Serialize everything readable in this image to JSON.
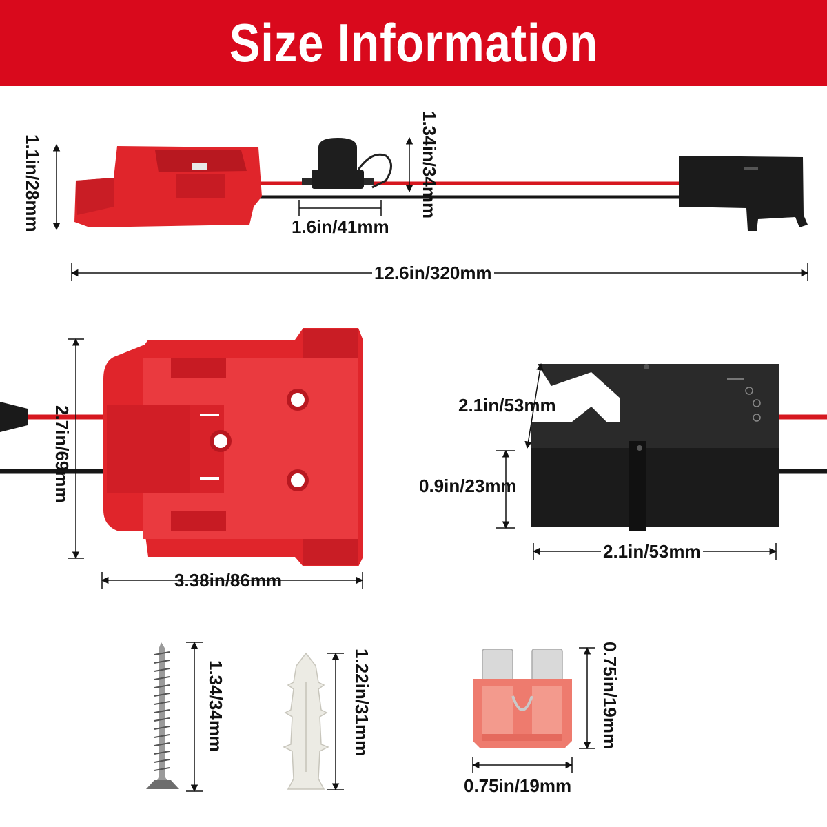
{
  "header": {
    "title": "Size Information"
  },
  "dimensions": {
    "adapter_height": "1.1in/28mm",
    "fuse_holder_height": "1.34in/34mm",
    "fuse_holder_width": "1.6in/41mm",
    "total_length": "12.6in/320mm",
    "adapter_length": "2.7in/69mm",
    "adapter_width": "3.38in/86mm",
    "box_depth": "2.1in/53mm",
    "box_height": "0.9in/23mm",
    "box_width": "2.1in/53mm",
    "screw_length": "1.34/34mm",
    "anchor_length": "1.22in/31mm",
    "fuse_height": "0.75in/19mm",
    "fuse_width": "0.75in/19mm"
  },
  "colors": {
    "banner": "#d9091c",
    "adapter": "#e0252b",
    "box": "#1b1b1b",
    "wire_red": "#d6171f",
    "wire_black": "#161616"
  }
}
